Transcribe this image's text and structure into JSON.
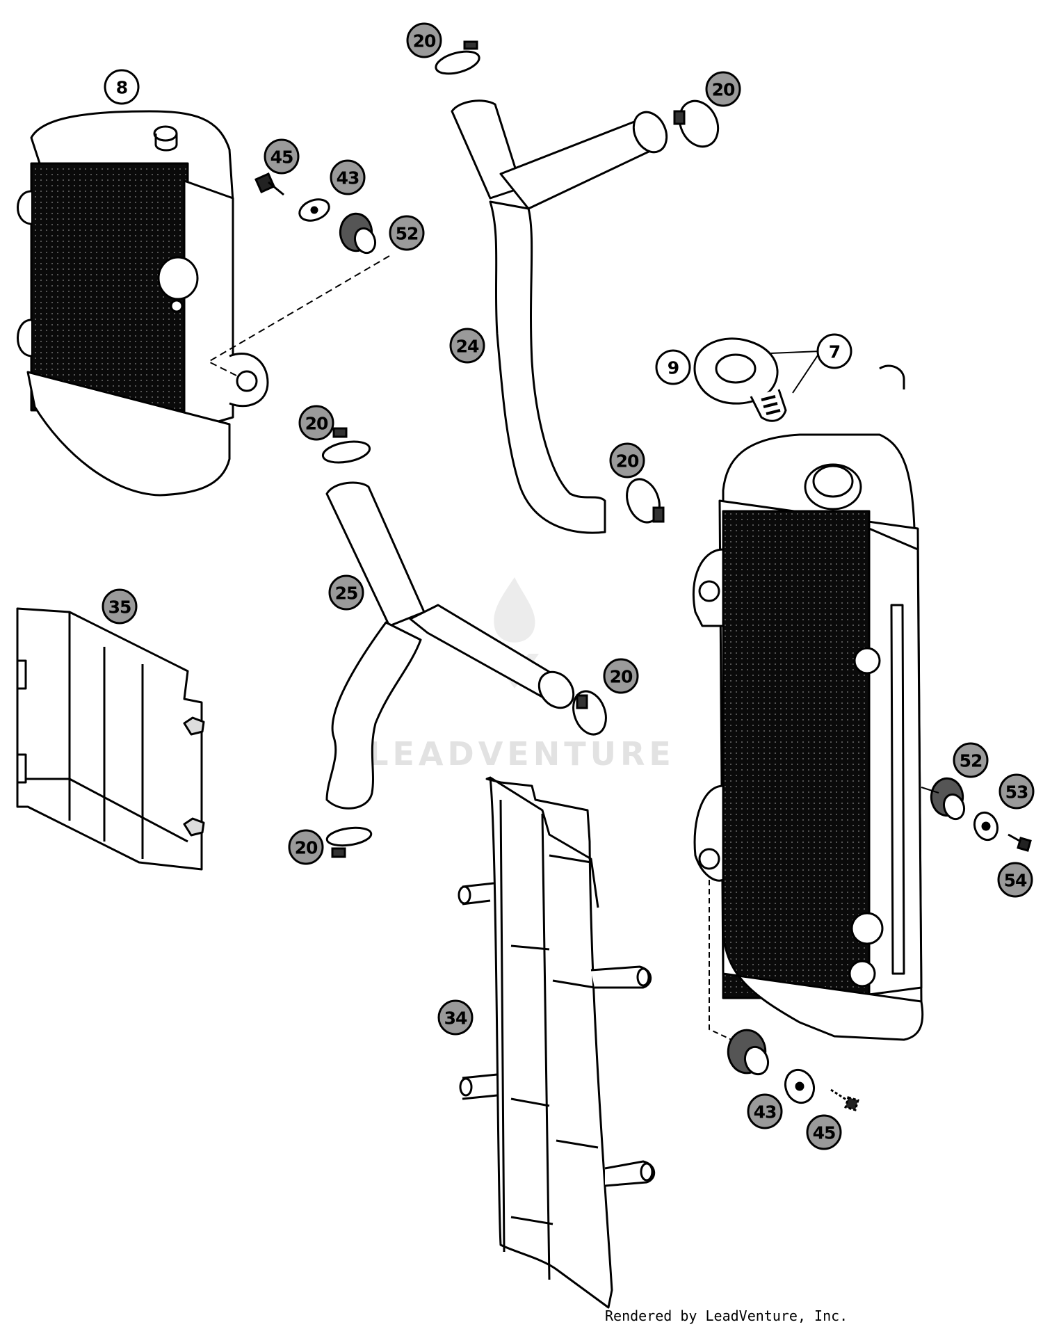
{
  "watermark": "LEADVENTURE",
  "credit": "Rendered by LeadVenture, Inc.",
  "callouts": [
    {
      "id": "c-8",
      "label": "8",
      "part": "radiator-left",
      "style": "light"
    },
    {
      "id": "c-45a",
      "label": "45",
      "part": "bolt",
      "style": "dark"
    },
    {
      "id": "c-43a",
      "label": "43",
      "part": "washer",
      "style": "dark"
    },
    {
      "id": "c-52a",
      "label": "52",
      "part": "rubber-grommet",
      "style": "dark"
    },
    {
      "id": "c-20a",
      "label": "20",
      "part": "hose-clamp",
      "style": "dark"
    },
    {
      "id": "c-20b",
      "label": "20",
      "part": "hose-clamp",
      "style": "dark"
    },
    {
      "id": "c-24",
      "label": "24",
      "part": "radiator-hose-upper",
      "style": "dark"
    },
    {
      "id": "c-9",
      "label": "9",
      "part": "radiator-cap",
      "style": "light"
    },
    {
      "id": "c-7",
      "label": "7",
      "part": "radiator-right",
      "style": "light"
    },
    {
      "id": "c-20c",
      "label": "20",
      "part": "hose-clamp",
      "style": "dark"
    },
    {
      "id": "c-20d",
      "label": "20",
      "part": "hose-clamp",
      "style": "dark"
    },
    {
      "id": "c-25",
      "label": "25",
      "part": "radiator-hose-lower",
      "style": "dark"
    },
    {
      "id": "c-35",
      "label": "35",
      "part": "radiator-guard-left",
      "style": "dark"
    },
    {
      "id": "c-20e",
      "label": "20",
      "part": "hose-clamp",
      "style": "dark"
    },
    {
      "id": "c-20f",
      "label": "20",
      "part": "hose-clamp",
      "style": "dark"
    },
    {
      "id": "c-52b",
      "label": "52",
      "part": "rubber-grommet",
      "style": "dark"
    },
    {
      "id": "c-53",
      "label": "53",
      "part": "bushing",
      "style": "dark"
    },
    {
      "id": "c-54",
      "label": "54",
      "part": "screw",
      "style": "dark"
    },
    {
      "id": "c-34",
      "label": "34",
      "part": "radiator-guard-right",
      "style": "dark"
    },
    {
      "id": "c-43b",
      "label": "43",
      "part": "washer",
      "style": "dark"
    },
    {
      "id": "c-45b",
      "label": "45",
      "part": "bolt",
      "style": "dark"
    }
  ]
}
